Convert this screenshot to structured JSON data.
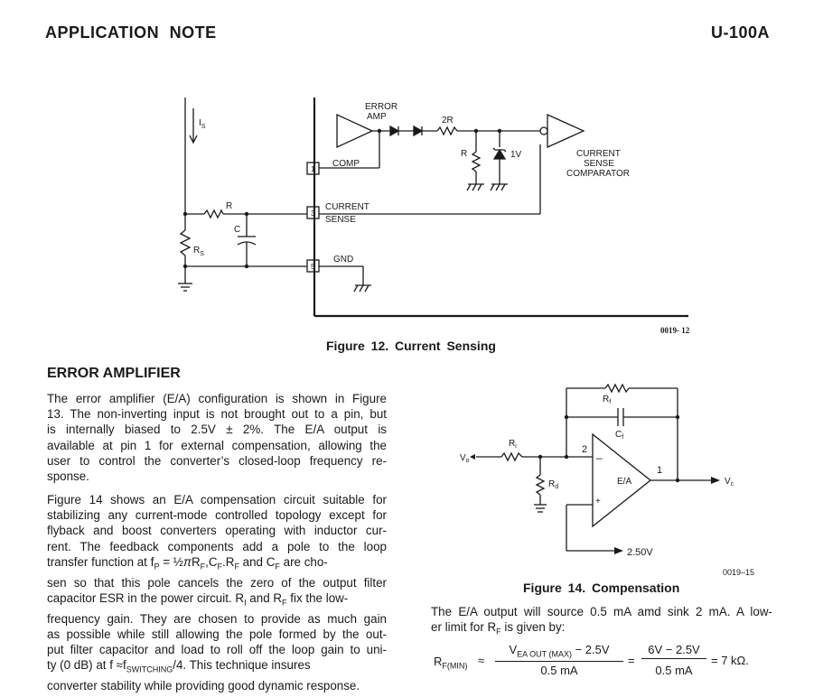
{
  "header": {
    "left": "APPLICATION NOTE",
    "right": "U-100A"
  },
  "figure12": {
    "caption": "Figure 12. Current Sensing",
    "code": "0019- 12",
    "labels": {
      "is": "I",
      "is_sub": "S",
      "error_amp_1": "ERROR",
      "error_amp_2": "AMP",
      "two_r": "2R",
      "r_right": "R",
      "one_v": "1V",
      "cs_comp_1": "CURRENT",
      "cs_comp_2": "SENSE",
      "cs_comp_3": "COMPARATOR",
      "comp": "COMP",
      "pin1": "1",
      "current_sense_1": "CURRENT",
      "current_sense_2": "SENSE",
      "pin3": "3",
      "r_left": "R",
      "c": "C",
      "rs": "R",
      "rs_sub": "S",
      "pin5": "5",
      "gnd": "GND"
    }
  },
  "figure14": {
    "caption": "Figure 14. Compensation",
    "code": "0019–15",
    "labels": {
      "rf": "R",
      "rf_sub": "f",
      "cf": "C",
      "cf_sub": "f",
      "ri": "R",
      "ri_sub": "i",
      "rd": "R",
      "rd_sub": "d",
      "vo": "V",
      "vo_sub": "o",
      "vc": "V",
      "vc_sub": "c",
      "pin2": "2",
      "pin1": "1",
      "ea": "E/A",
      "minus": "–",
      "plus": "+",
      "ref": "2.50V"
    }
  },
  "section_title": "ERROR AMPLIFIER",
  "para1": [
    "The error amplifier (E/A) configuration is shown in Figure",
    "13. The non-inverting input is not brought out to a pin, but",
    "is internally biased to 2.5V ± 2%. The E/A output is",
    "available at pin 1 for external compensation, allowing the",
    "user to control the converter’s closed-loop frequency re-",
    "sponse."
  ],
  "para2": {
    "l1": "Figure 14 shows an E/A compensation circuit suitable for",
    "l2": "stabilizing any current-mode controlled topology except for",
    "l3": "flyback and boost converters operating with inductor cur-",
    "l4": "rent. The feedback components add a pole to the loop",
    "l5_a": "transfer function at ",
    "l5_fp": "f",
    "l5_fp_sub": "P",
    "l5_eq": " = ½",
    "l5_pi": "π",
    "l5_r": "R",
    "l5_r_sub": "F",
    "l5_c": ",C",
    "l5_c_sub": "F",
    "l5_dot": ".",
    "l5_r2": "R",
    "l5_r2_sub": "F",
    "l5_and": " and ",
    "l5_c2": "C",
    "l5_c2_sub": "F",
    "l5_end": " are cho-",
    "l6": "sen so that this pole cancels the zero of the output filter",
    "l7_a": "capacitor ESR in the power circuit. ",
    "l7_r1": "R",
    "l7_r1_sub": "I",
    "l7_b": " and ",
    "l7_r2": "R",
    "l7_r2_sub": "F",
    "l7_c": " fix the low-",
    "l8": "frequency gain. They are chosen to provide as much gain",
    "l9": "as possible while still allowing the pole formed by the out-",
    "l10": "put filter capacitor and load to roll off the loop gain to uni-",
    "l11_a": "ty (0 dB) at f ",
    "l11_approx": "≈",
    "l11_f": "f",
    "l11_f_sub": "SWITCHING",
    "l11_b": "/4. This technique insures",
    "l12": "converter stability while providing good dynamic response."
  },
  "para3": {
    "l1": "The E/A output will source 0.5 mA amd sink 2 mA. A low-",
    "l2_a": "er limit for ",
    "l2_r": "R",
    "l2_r_sub": "F",
    "l2_b": " is given by:"
  },
  "formula": {
    "lhs": "R",
    "lhs_sub": "F(MIN)",
    "approx": "≈",
    "num1": "V",
    "num1_sub": "EA OUT (MAX)",
    "num1_b": " − 2.5V",
    "den1": "0.5 mA",
    "eq": "=",
    "num2": "6V − 2.5V",
    "den2": "0.5 mA",
    "result": "= 7 kΩ."
  }
}
